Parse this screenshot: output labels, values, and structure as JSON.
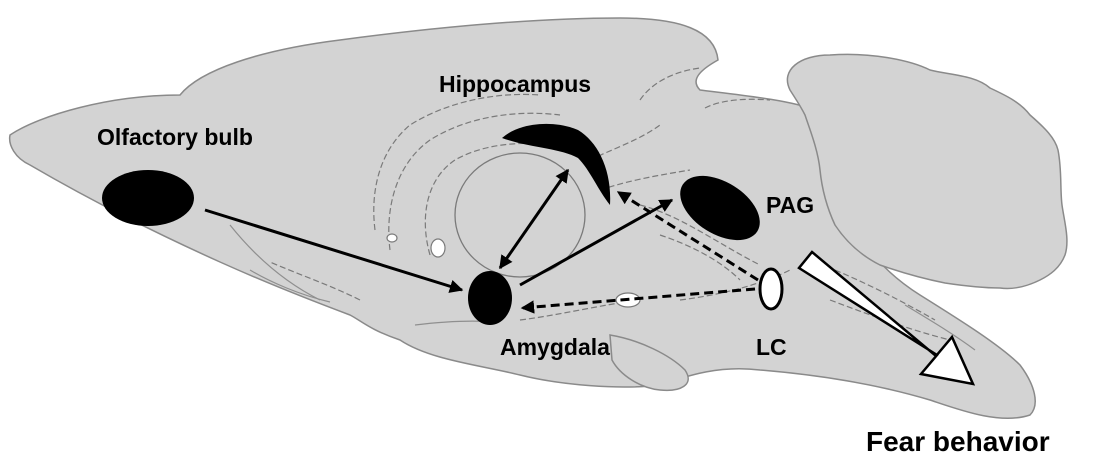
{
  "labels": {
    "olfactory_bulb": "Olfactory bulb",
    "hippocampus": "Hippocampus",
    "pag": "PAG",
    "amygdala": "Amygdala",
    "lc": "LC",
    "fear_behavior": "Fear behavior"
  },
  "colors": {
    "tissue": "#d3d3d3",
    "outline": "#8a8a8a",
    "region": "#000000",
    "background": "#ffffff"
  }
}
